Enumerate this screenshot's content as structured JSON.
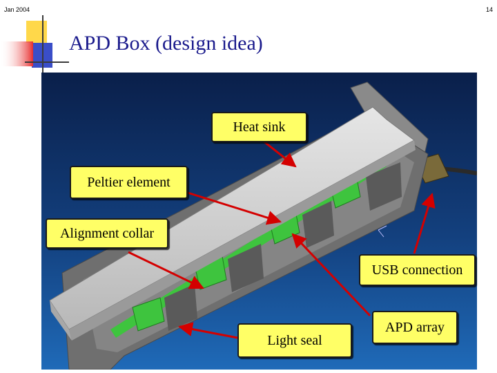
{
  "header": {
    "date": "Jan 2004",
    "page_number": "14"
  },
  "slide": {
    "title": "APD Box (design idea)"
  },
  "callouts": {
    "heat_sink": "Heat sink",
    "peltier": "Peltier element",
    "alignment": "Alignment collar",
    "usb": "USB connection",
    "light_seal": "Light seal",
    "apd_array": "APD array"
  },
  "colors": {
    "title": "#1a1a8c",
    "callout_fill": "#ffff66",
    "arrow": "#d40000",
    "background_top": "#0a1f4a",
    "background_bottom": "#1f6ab8",
    "green_parts": "#3ec43e",
    "deco_yellow": "#ffd84a",
    "deco_blue": "#3a4ec8",
    "deco_red": "#e83030"
  }
}
